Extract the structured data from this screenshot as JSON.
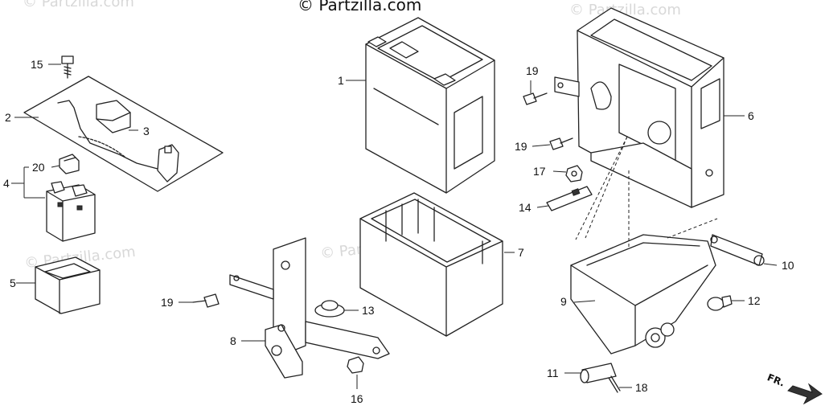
{
  "watermark_top": "© Partzilla.com",
  "watermarks": [
    "© Partzilla.com",
    "© Partzilla.com",
    "© Partzilla.com",
    "© Partzilla.com"
  ],
  "callouts": {
    "c1": "1",
    "c2": "2",
    "c3": "3",
    "c4": "4",
    "c5": "5",
    "c6": "6",
    "c7": "7",
    "c8": "8",
    "c9": "9",
    "c10": "10",
    "c11": "11",
    "c12": "12",
    "c13": "13",
    "c14": "14",
    "c15": "15",
    "c16": "16",
    "c17": "17",
    "c18": "18",
    "c19a": "19",
    "c19b": "19",
    "c19c": "19",
    "c20": "20"
  },
  "direction_label": "FR."
}
